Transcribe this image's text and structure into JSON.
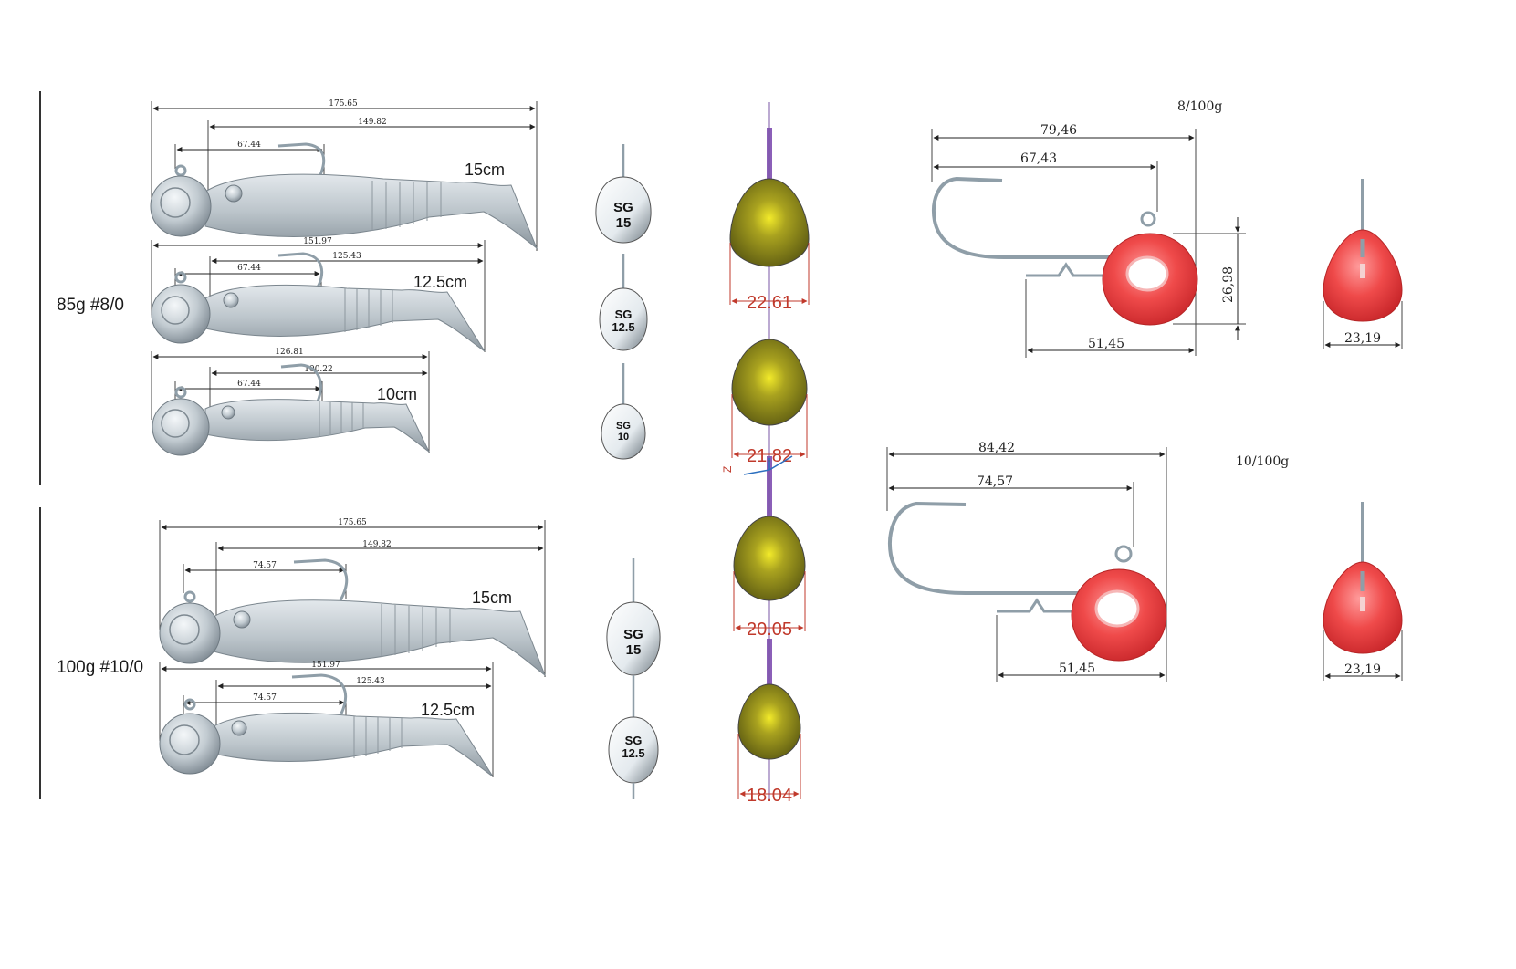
{
  "groups": [
    {
      "label": "85g #8/0",
      "lures": [
        {
          "size": "15cm",
          "dims": [
            "175.65",
            "149.82",
            "67.44"
          ]
        },
        {
          "size": "12.5cm",
          "dims": [
            "151.97",
            "125.43",
            "67.44"
          ]
        },
        {
          "size": "10cm",
          "dims": [
            "126.81",
            "100.22",
            "67.44"
          ]
        }
      ],
      "sg": [
        {
          "line1": "SG",
          "line2": "15"
        },
        {
          "line1": "SG",
          "line2": "12.5"
        },
        {
          "line1": "SG",
          "line2": "10"
        }
      ]
    },
    {
      "label": "100g #10/0",
      "lures": [
        {
          "size": "15cm",
          "dims": [
            "175.65",
            "149.82",
            "74.57"
          ]
        },
        {
          "size": "12.5cm",
          "dims": [
            "151.97",
            "125.43",
            "74.57"
          ]
        }
      ],
      "sg": [
        {
          "line1": "SG",
          "line2": "15"
        },
        {
          "line1": "SG",
          "line2": "12.5"
        }
      ]
    }
  ],
  "weights": [
    "22.61",
    "21.82",
    "20.05",
    "18.04"
  ],
  "axis_label": "Z",
  "jigheads": [
    {
      "title": "8/100g",
      "total": "79,46",
      "hook": "67,43",
      "height": "26,98",
      "base": "51,45",
      "width": "23,19"
    },
    {
      "title": "10/100g",
      "total": "84,42",
      "hook": "74,57",
      "base": "51,45",
      "width": "23,19"
    }
  ],
  "colors": {
    "lure_body": "#b9c2c8",
    "lead_olive": "#7b7a1c",
    "jig_red": "#e8403f",
    "wire": "#8f9ea8",
    "dim_red": "#c0392b"
  }
}
